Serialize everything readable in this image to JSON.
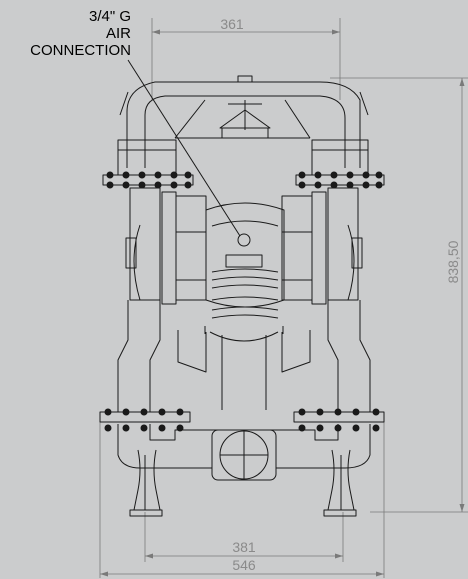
{
  "callout": {
    "line1": "3/4\" G",
    "line2": "AIR",
    "line3": "CONNECTION"
  },
  "dimensions": {
    "top_width": "361",
    "height": "838,50",
    "inner_base_width": "381",
    "overall_width": "546"
  },
  "colors": {
    "background": "#cbcccd",
    "outline": "#1a1a1a",
    "dimension_line": "#7a7a7a",
    "dimension_text": "#8a8a8a",
    "callout_text": "#000000"
  }
}
